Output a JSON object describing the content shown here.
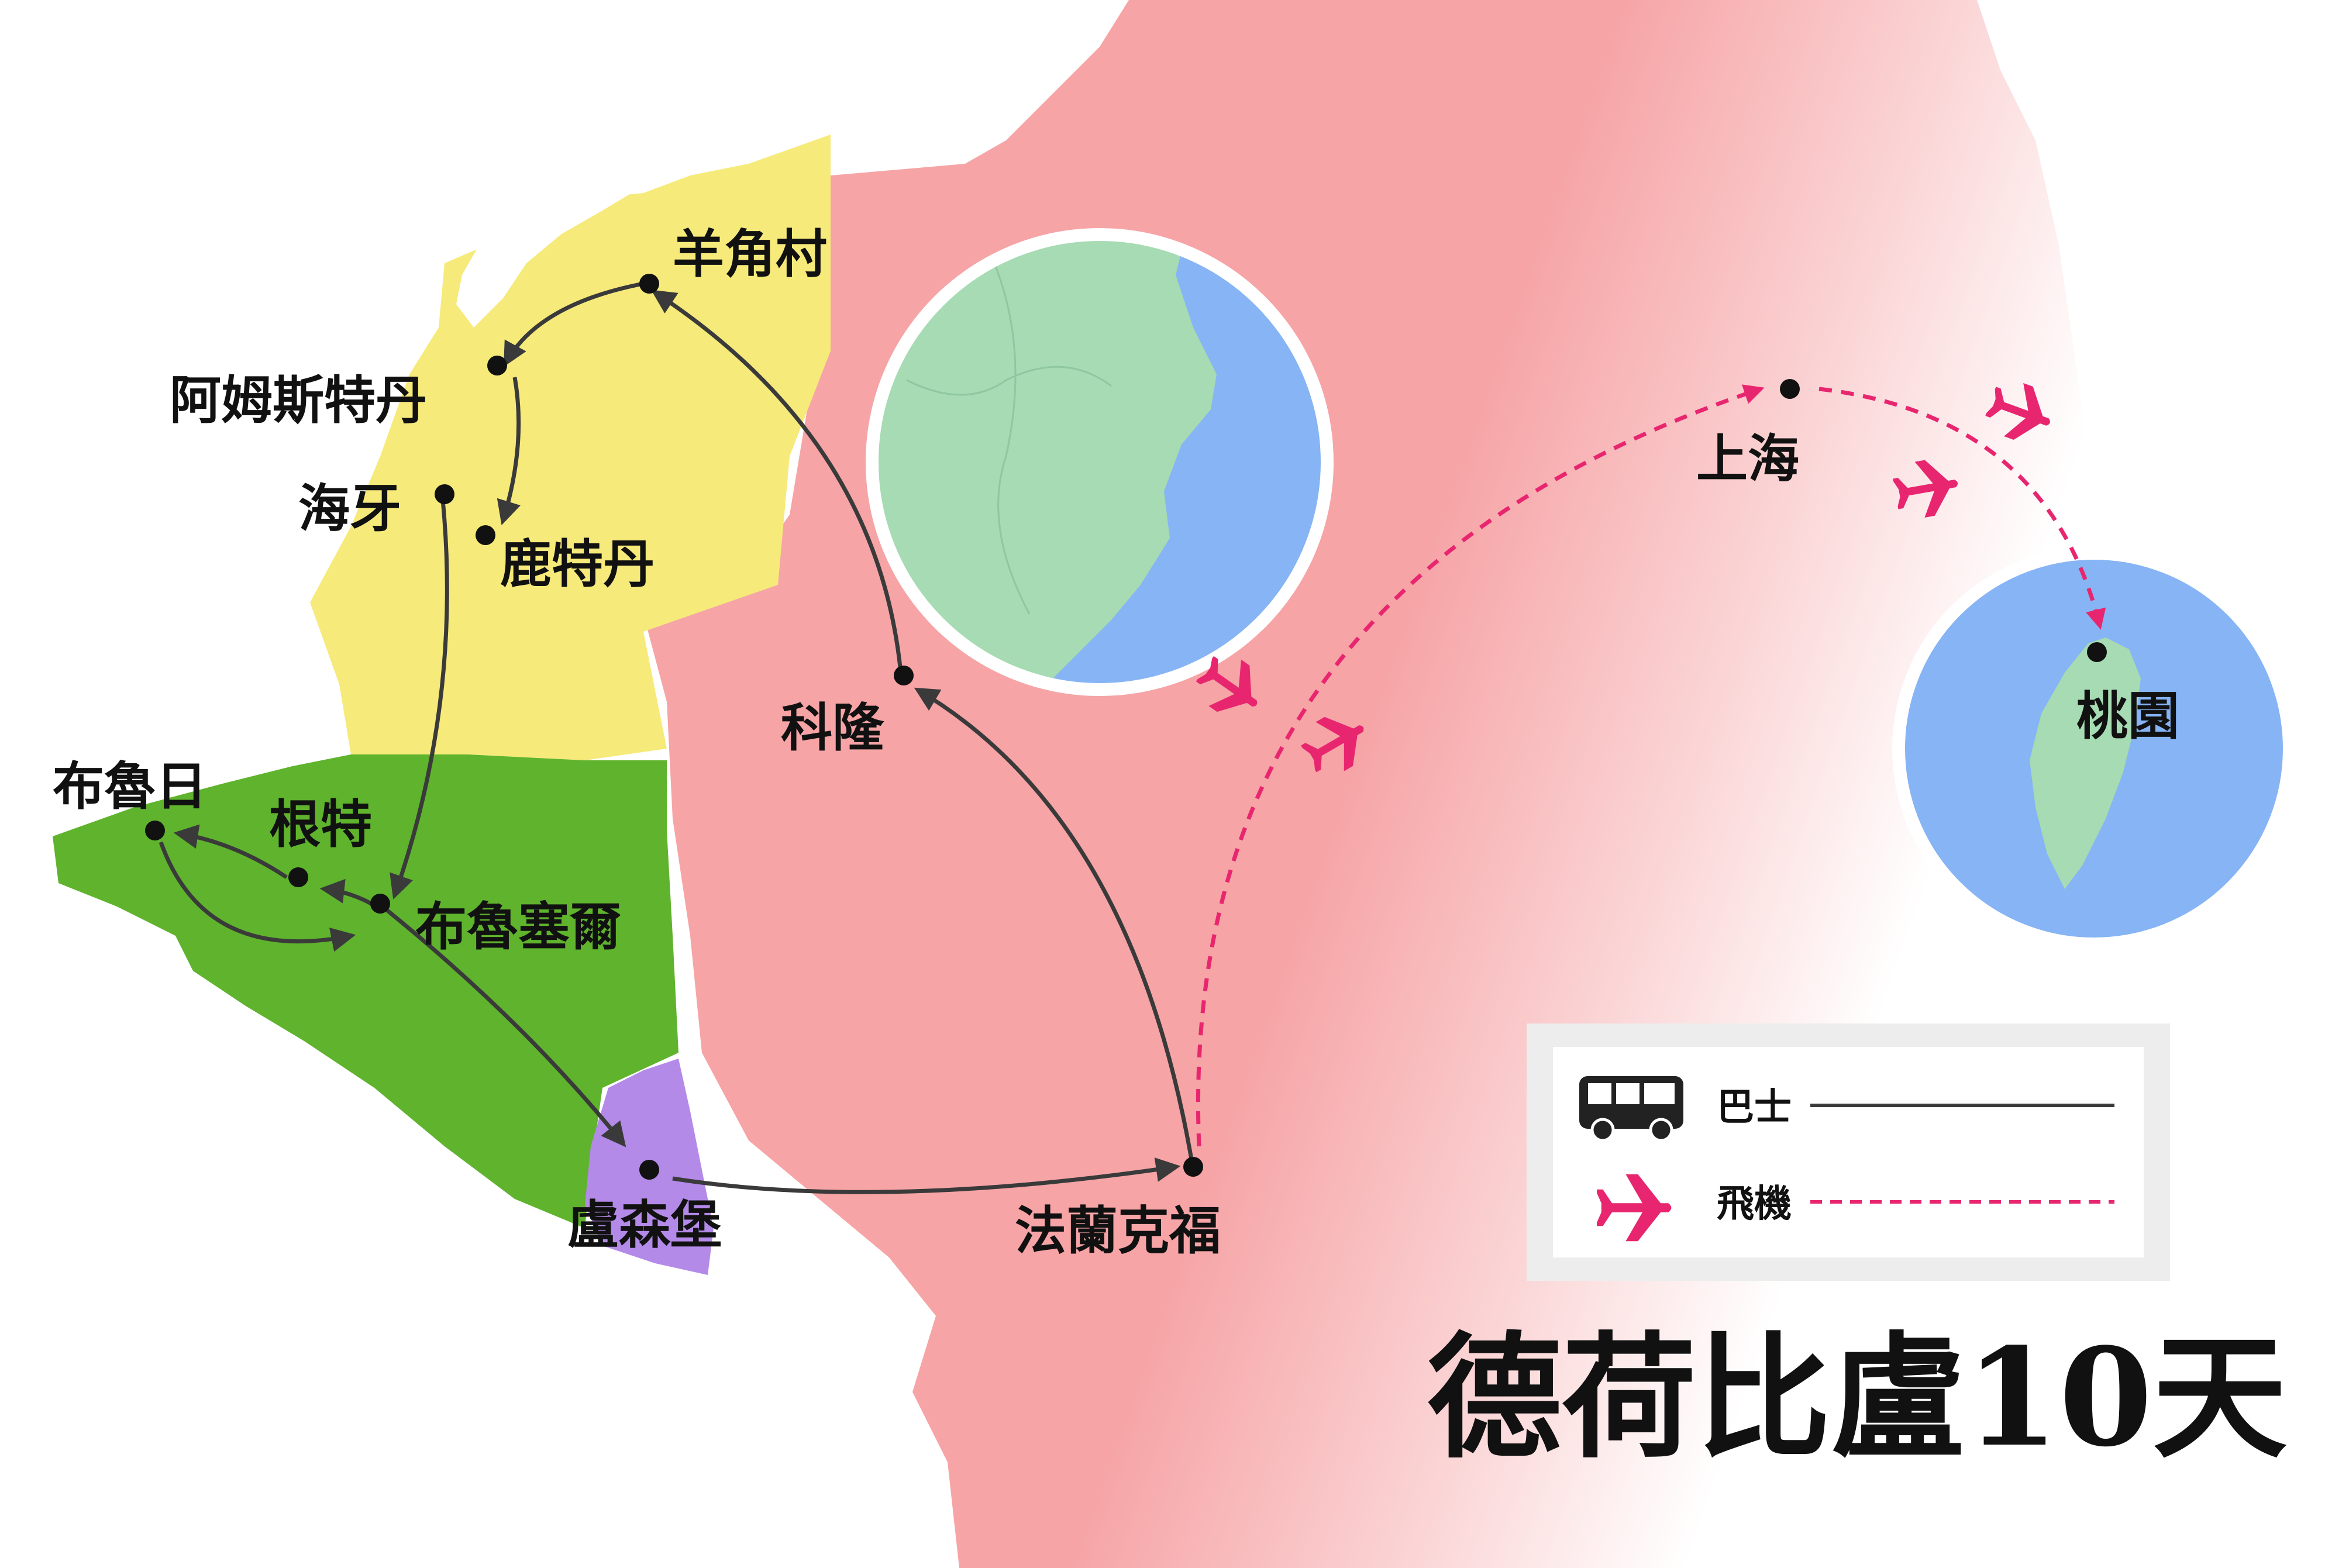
{
  "cities": {
    "zaanse_schans": "羊角村",
    "amsterdam": "阿姆斯特丹",
    "den_haag": "海牙",
    "rotterdam": "鹿特丹",
    "cologne": "科隆",
    "bruges": "布魯日",
    "ghent": "根特",
    "brussels": "布魯塞爾",
    "luxembourg": "盧森堡",
    "frankfurt": "法蘭克福",
    "shanghai": "上海",
    "taoyuan": "桃園"
  },
  "legend": {
    "bus_label": "巴士",
    "plane_label": "飛機"
  },
  "title": "德荷比盧10天",
  "colors": {
    "germany": "#f6a4a6",
    "netherlands": "#f6ea7a",
    "belgium": "#5fb32d",
    "luxembourg": "#b38ae8",
    "sea": "#86b4f4",
    "land_asia": "#a6dbb3",
    "bus_route": "#3a3a3a",
    "flight_route": "#e8266f",
    "legend_bg": "#ededed"
  },
  "icons": {
    "bus": "bus-icon",
    "plane": "airplane-icon"
  }
}
